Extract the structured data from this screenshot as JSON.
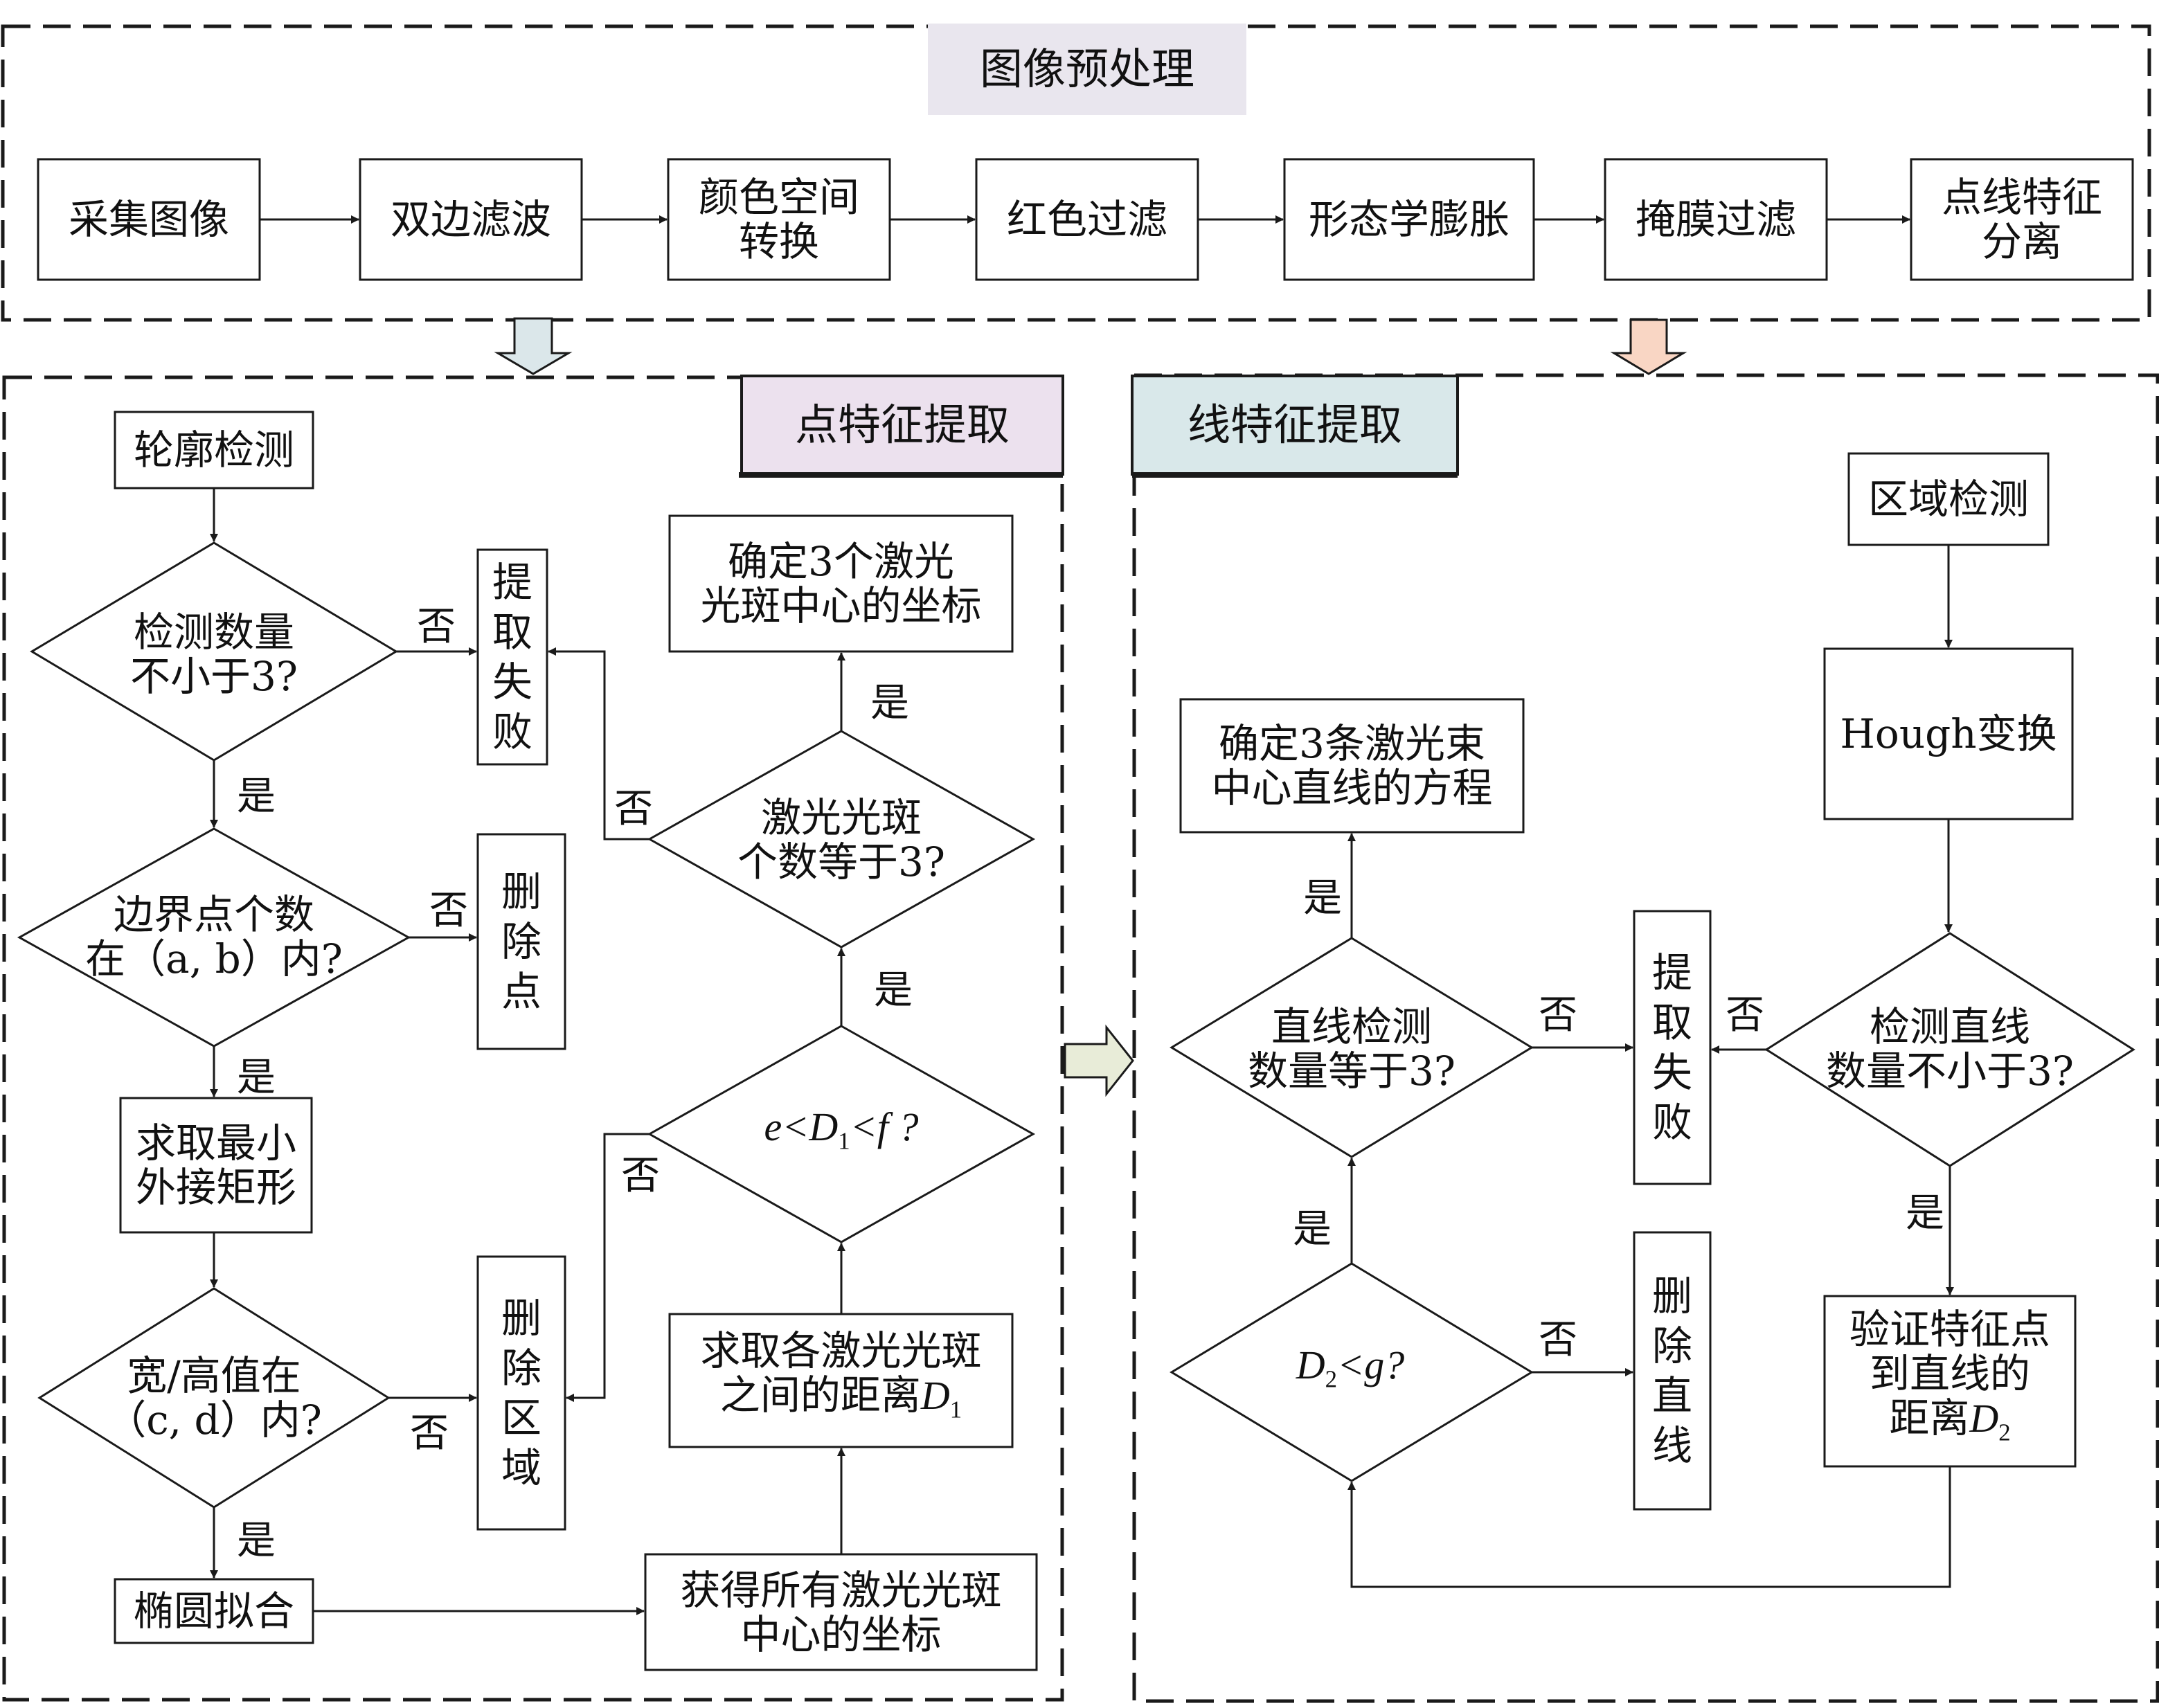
{
  "colors": {
    "stroke": "#1a1a1a",
    "title_fill": "#e9e6ee",
    "point_tab_fill": "#ece1ee",
    "line_tab_fill": "#d9e8ea",
    "arrow_blue": "#dbe7ea",
    "arrow_orange": "#f9d6c4",
    "arrow_green": "#e8ecd8"
  },
  "preprocess": {
    "title": "图像预处理",
    "steps": [
      {
        "lines": [
          "采集图像"
        ]
      },
      {
        "lines": [
          "双边滤波"
        ]
      },
      {
        "lines": [
          "颜色空间",
          "转换"
        ]
      },
      {
        "lines": [
          "红色过滤"
        ]
      },
      {
        "lines": [
          "形态学膨胀"
        ]
      },
      {
        "lines": [
          "掩膜过滤"
        ]
      },
      {
        "lines": [
          "点线特征",
          "分离"
        ]
      }
    ]
  },
  "point": {
    "title": "点特征提取",
    "contour": [
      "轮廓检测"
    ],
    "count_q": [
      "检测数量",
      "不小于3?"
    ],
    "fail": [
      "提",
      "取",
      "失",
      "败"
    ],
    "boundary_q": [
      "边界点个数",
      "在（a, b）内?"
    ],
    "delete_pt": [
      "删",
      "除",
      "点"
    ],
    "minrect": [
      "求取最小",
      "外接矩形"
    ],
    "ratio_q": [
      "宽/高值在",
      "（c, d）内?"
    ],
    "delete_region": [
      "删",
      "除",
      "区",
      "域"
    ],
    "ellipse": [
      "椭圆拟合"
    ],
    "get_centers": [
      "获得所有激光光斑",
      "中心的坐标"
    ],
    "distance": [
      "求取各激光光斑",
      "之间的距离D1"
    ],
    "dist_q": [
      "e<D1<f ?"
    ],
    "spot_count_q": [
      "激光光斑",
      "个数等于3?"
    ],
    "confirm": [
      "确定3个激光",
      "光斑中心的坐标"
    ]
  },
  "line": {
    "title": "线特征提取",
    "region": [
      "区域检测"
    ],
    "hough": [
      "Hough变换"
    ],
    "count_q": [
      "检测直线",
      "数量不小于3?"
    ],
    "fail": [
      "提",
      "取",
      "失",
      "败"
    ],
    "verify": [
      "验证特征点",
      "到直线的",
      "距离D2"
    ],
    "d2_q": [
      "D2<g?"
    ],
    "delete_line": [
      "删",
      "除",
      "直",
      "线"
    ],
    "eq_q": [
      "直线检测",
      "数量等于3?"
    ],
    "confirm": [
      "确定3条激光束",
      "中心直线的方程"
    ]
  },
  "labels": {
    "yes": "是",
    "no": "否"
  }
}
